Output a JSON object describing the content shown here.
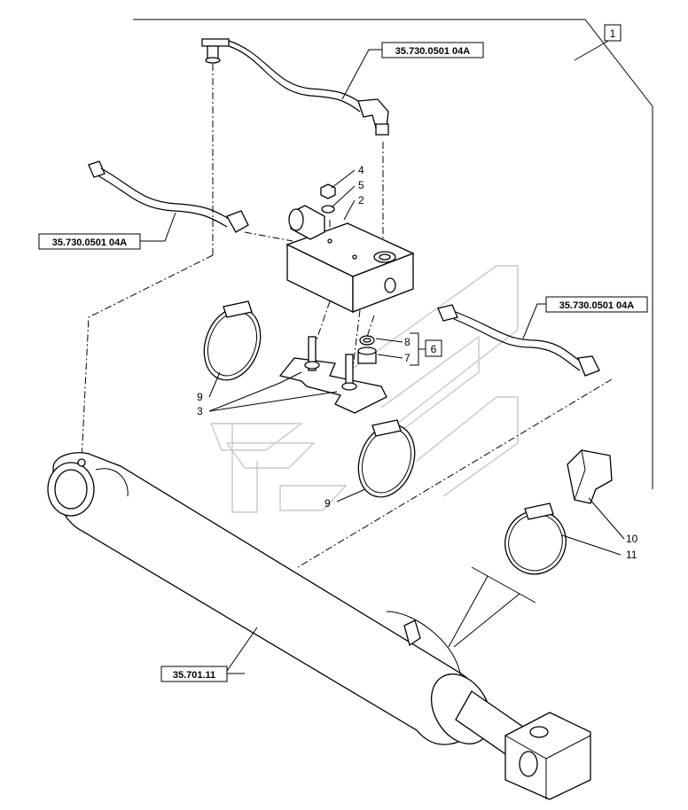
{
  "diagram": {
    "refs": {
      "tube_upper": "35.730.0501 04A",
      "tube_left": "35.730.0501 04A",
      "tube_right": "35.730.0501 04A",
      "cylinder": "35.701.11"
    },
    "group_boxes": {
      "assembly": "1",
      "kit": "6"
    },
    "callouts": {
      "nut": "4",
      "washer": "5",
      "valve_block": "2",
      "seal": "8",
      "plug": "7",
      "clamp_upper": "9",
      "bracket": "3",
      "clamp_lower": "9",
      "spacer": "10",
      "clamp_right": "11"
    }
  }
}
